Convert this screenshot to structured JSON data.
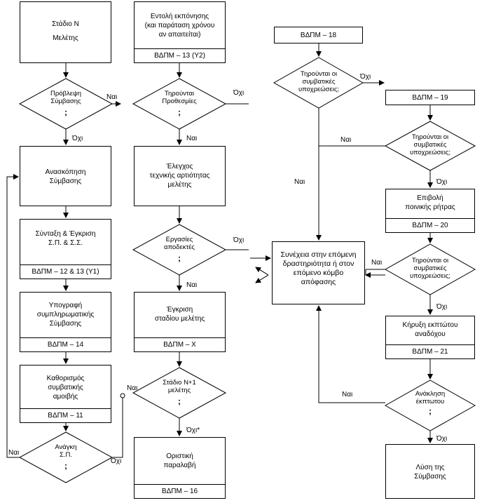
{
  "boxes": {
    "stage_n": "Στάδιο Ν\nΜελέτης",
    "contract_review": "Ανασκόπηση\nΣύμβασης",
    "drafting": "Σύνταξη & Έγκριση\nΣ.Π. & Σ.Σ.",
    "drafting_code": "ΒΔΠΜ – 12 & 13 (Υ1)",
    "supplementary": "Υπογραφή\nσυμπληρωματικής\nΣύμβασης",
    "supplementary_code": "ΒΔΠΜ – 14",
    "fee": "Καθορισμός\nσυμβατικής\nαμοιβής",
    "fee_code": "ΒΔΠΜ – 11",
    "execution_order": "Εντολή εκπόνησης\n(και παράταση χρόνου\nαν απαιτείται)",
    "execution_order_code": "ΒΔΠΜ – 13 (Υ2)",
    "tech_check": "Έλεγχος\nτεχνικής αρτιότητας\nμελέτης",
    "stage_approval": "Έγκριση\nσταδίου μελέτης",
    "stage_approval_code": "ΒΔΠΜ – Χ",
    "final_acceptance": "Οριστική\nπαραλαβή",
    "final_acceptance_code": "ΒΔΠΜ – 16",
    "bdpm18": "ΒΔΠΜ – 18",
    "bdpm19": "ΒΔΠΜ – 19",
    "continue": "Συνέχεια στην επόμενη\nδραστηριότητα ή στον\nεπόμενο κόμβο\nαπόφασης",
    "penalty": "Επιβολή\nποινικής ρήτρας",
    "penalty_code": "ΒΔΠΜ – 20",
    "forfeit": "Κήρυξη εκπτώτου\nαναδόχου",
    "forfeit_code": "ΒΔΠΜ – 21",
    "termination": "Λύση της\nΣύμβασης"
  },
  "decisions": {
    "d1": "Πρόβλεψη\nΣύμβασης",
    "d2": "Ανάγκη\nΣ.Π.",
    "d3": "Τηρούνται\nΠροθεσμίες",
    "d4": "Εργασίες\nαποδεκτές",
    "d5": "Στάδιο Ν+1\nμελέτης",
    "d6": "Τηρούνται οι\nσυμβατικές\nυποχρεώσεις;",
    "d7": "Τηρούνται οι\nσυμβατικές\nυποχρεώσεις;",
    "d8": "Τηρούνται οι\nσυμβατικές\nυποχρεώσεις;",
    "d9": "Ανάκληση\nέκπτωτου",
    "semicolon": ";"
  },
  "labels": {
    "nai": "Ναι",
    "oxi": "Όχι",
    "oxi_star": "Όχι*"
  }
}
